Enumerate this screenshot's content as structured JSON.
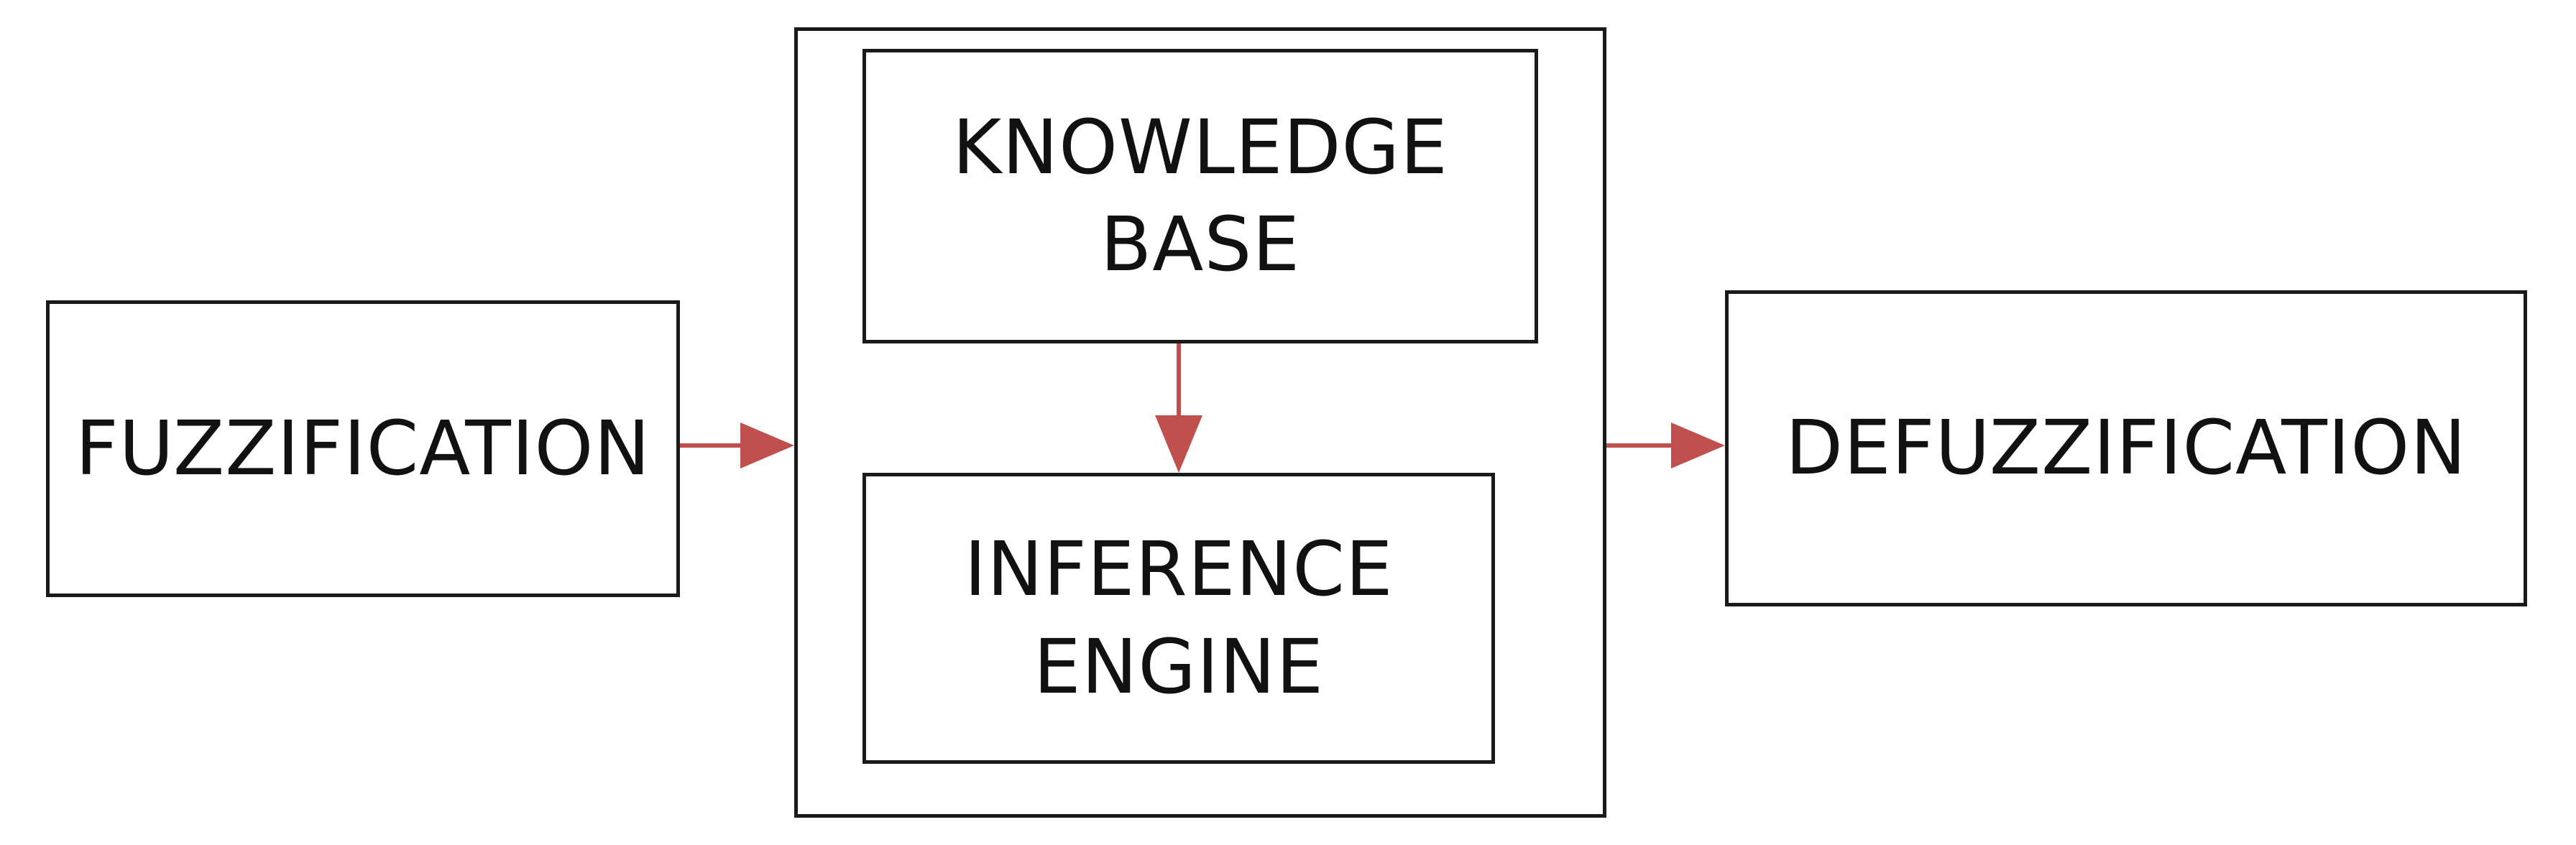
{
  "diagram": {
    "fuzzification": {
      "label": "FUZZIFICATION"
    },
    "knowledge_base": {
      "line1": "KNOWLEDGE",
      "line2": "BASE"
    },
    "inference_engine": {
      "line1": "INFERENCE",
      "line2": "ENGINE"
    },
    "defuzzification": {
      "label": "DEFUZZIFICATION"
    },
    "colors": {
      "arrow": "#c0504d",
      "border": "#1a1a1a",
      "text": "#111111"
    }
  }
}
